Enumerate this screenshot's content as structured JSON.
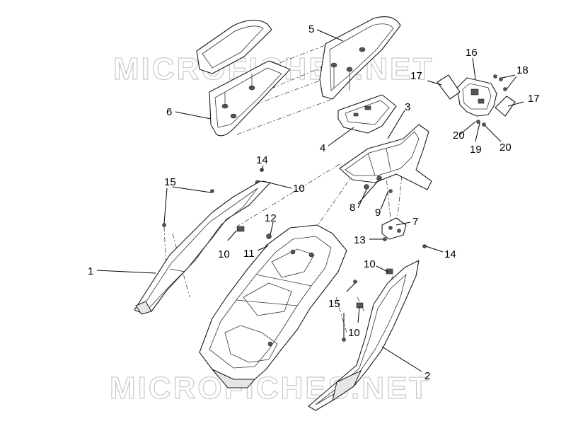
{
  "watermark": {
    "text": "MICROFICHES.NET"
  },
  "callouts": [
    {
      "id": "c1",
      "label": "1"
    },
    {
      "id": "c2",
      "label": "2"
    },
    {
      "id": "c3",
      "label": "3"
    },
    {
      "id": "c4",
      "label": "4"
    },
    {
      "id": "c5",
      "label": "5"
    },
    {
      "id": "c6",
      "label": "6"
    },
    {
      "id": "c7",
      "label": "7"
    },
    {
      "id": "c8",
      "label": "8"
    },
    {
      "id": "c9",
      "label": "9"
    },
    {
      "id": "c10a",
      "label": "10"
    },
    {
      "id": "c10b",
      "label": "10"
    },
    {
      "id": "c10c",
      "label": "10"
    },
    {
      "id": "c10d",
      "label": "10"
    },
    {
      "id": "c11",
      "label": "11"
    },
    {
      "id": "c12",
      "label": "12"
    },
    {
      "id": "c13",
      "label": "13"
    },
    {
      "id": "c14a",
      "label": "14"
    },
    {
      "id": "c14b",
      "label": "14"
    },
    {
      "id": "c15a",
      "label": "15"
    },
    {
      "id": "c15b",
      "label": "15"
    },
    {
      "id": "c16",
      "label": "16"
    },
    {
      "id": "c17a",
      "label": "17"
    },
    {
      "id": "c17b",
      "label": "17"
    },
    {
      "id": "c18",
      "label": "18"
    },
    {
      "id": "c19",
      "label": "19"
    },
    {
      "id": "c20a",
      "label": "20"
    },
    {
      "id": "c20b",
      "label": "20"
    }
  ]
}
